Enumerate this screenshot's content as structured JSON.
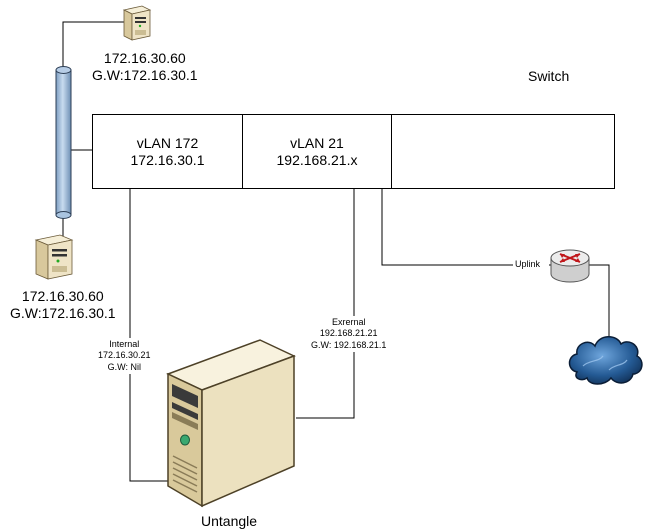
{
  "switch": {
    "label": "Switch",
    "ports": [
      {
        "name": "vLAN 172",
        "address": "172.16.30.1"
      },
      {
        "name": "vLAN 21",
        "address": "192.168.21.x"
      },
      {
        "name": "",
        "address": ""
      }
    ]
  },
  "hosts": {
    "top": {
      "ip": "172.16.30.60",
      "gateway": "G.W:172.16.30.1"
    },
    "bottom": {
      "ip": "172.16.30.60",
      "gateway": "G.W:172.16.30.1"
    }
  },
  "firewall": {
    "name": "Untangle",
    "internal": {
      "title": "Internal",
      "ip": "172.16.30.21",
      "gateway": "G.W: Nil"
    },
    "external": {
      "title": "Exrernal",
      "ip": "192.168.21.21",
      "gateway": "G.W: 192.168.21.1"
    }
  },
  "uplink": {
    "label": "Uplink"
  },
  "colors": {
    "pipe": "#a9c4e0",
    "server_body": "#efe4c6",
    "cloud": "#1f4f85",
    "router": "#dcdcdc"
  },
  "icons": [
    "server-icon",
    "pipe-icon",
    "router-icon",
    "cloud-icon",
    "tower-server-icon"
  ]
}
